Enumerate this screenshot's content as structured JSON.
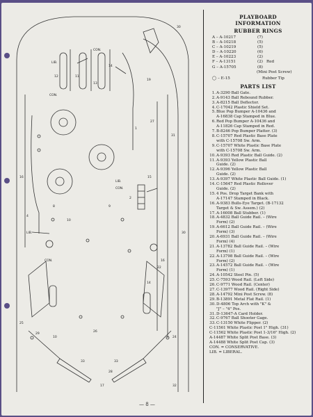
{
  "page_number": "— 8 —",
  "panel": {
    "title_line1": "PLAYBOARD",
    "title_line2": "INFORMATION",
    "rings_heading": "RUBBER RINGS",
    "rings": [
      {
        "label": "A – A-10217",
        "qty": "(7)",
        "color": ""
      },
      {
        "label": "B – A-10218",
        "qty": "(5)",
        "color": ""
      },
      {
        "label": "C – A-10219",
        "qty": "(5)",
        "color": ""
      },
      {
        "label": "D – A-10220",
        "qty": "(6)",
        "color": ""
      },
      {
        "label": "E – A-10223",
        "qty": "(2)",
        "color": ""
      },
      {
        "label": "F – A-13151",
        "qty": "(2)",
        "color": "Red"
      },
      {
        "label": "G – A-15705",
        "qty": "(8)",
        "color": ""
      }
    ],
    "mini_post": "(Mini Post Screw)",
    "tip_label": "◯ – E-15",
    "tip_desc": "Rubber Tip",
    "parts_heading": "PARTS LIST",
    "parts": [
      {
        "n": "1.",
        "t": "A-3290 Ball Gate."
      },
      {
        "n": "2.",
        "t": "A-9143 Ball Rebound Rubber."
      },
      {
        "n": "3.",
        "t": "A-8215 Ball Deflector."
      },
      {
        "n": "4.",
        "t": "C-17042 Plastic Shield Set."
      },
      {
        "n": "5.",
        "t": "Blue Pop Bumper A-10436 and"
      },
      {
        "n": "",
        "t": "A-16838 Cap Stamped in Blue."
      },
      {
        "n": "6.",
        "t": "Red Pop Bumper A-10436 and"
      },
      {
        "n": "",
        "t": "A-11826 Cap Stamped in Red."
      },
      {
        "n": "7.",
        "t": "B-8246 Pop Bumper Platter. (3)"
      },
      {
        "n": "8.",
        "t": "C-15707 Red Plastic Base Plate"
      },
      {
        "n": "",
        "t": "with C-15708 Sw. Arm."
      },
      {
        "n": "9.",
        "t": "C-15707 White Plastic Base Plate"
      },
      {
        "n": "",
        "t": "with C-15708 Sw. Arm."
      },
      {
        "n": "10.",
        "t": "A-9393 Red Plastic Ball Guide. (2)"
      },
      {
        "n": "11.",
        "t": "A-9393 Yellow Plastic Ball"
      },
      {
        "n": "",
        "t": "Guide. (2)"
      },
      {
        "n": "12.",
        "t": "A-9396 Yellow Plastic Ball"
      },
      {
        "n": "",
        "t": "Guide. (2)"
      },
      {
        "n": "13.",
        "t": "A-9397 White Plastic Ball Guide. (1)"
      },
      {
        "n": "14.",
        "t": "C-15647 Red Plastic Rollover"
      },
      {
        "n": "",
        "t": "Guide. (2)"
      },
      {
        "n": "15.",
        "t": "4 Pos. Drop Target Bank with"
      },
      {
        "n": "",
        "t": "A-17147 Stamped in Black."
      },
      {
        "n": "16.",
        "t": "A-9383 Bulls-Eye Target. (B-17132"
      },
      {
        "n": "",
        "t": "Target & Sw. Assem.) (2)"
      },
      {
        "n": "17.",
        "t": "A-16008 Ball Stubber. (1)"
      },
      {
        "n": "18.",
        "t": "A-4832 Ball Guide Rail. – (Wire"
      },
      {
        "n": "",
        "t": "Form) (2)"
      },
      {
        "n": "19.",
        "t": "A-6612 Ball Guide Rail. – (Wire"
      },
      {
        "n": "",
        "t": "Form) (3)"
      },
      {
        "n": "20.",
        "t": "A-6931 Ball Guide Rail. – (Wire"
      },
      {
        "n": "",
        "t": "Form) (4)"
      },
      {
        "n": "21.",
        "t": "A-13782 Ball Guide Rail. – (Wire"
      },
      {
        "n": "",
        "t": "Form) (1)"
      },
      {
        "n": "22.",
        "t": "A-13798 Ball Guide Rail. – (Wire"
      },
      {
        "n": "",
        "t": "Form) (2)"
      },
      {
        "n": "23.",
        "t": "A-14572 Ball Guide Rail. – (Wire"
      },
      {
        "n": "",
        "t": "Form) (1)"
      },
      {
        "n": "24.",
        "t": "A-10542 Steel Pin. (5)"
      },
      {
        "n": "25.",
        "t": "C-7593 Wood Rail. (Left Side)"
      },
      {
        "n": "26.",
        "t": "C-9771 Wood Rail. (Center)"
      },
      {
        "n": "27.",
        "t": "C-13977 Wood Rail. (Right Side)"
      },
      {
        "n": "28.",
        "t": "A-14792 Mini Post Screw. (8)"
      },
      {
        "n": "29.",
        "t": "B-13891 Metal Flat Rail. (1)"
      },
      {
        "n": "30.",
        "t": "D-4806 Top Arch with \"K\" &"
      },
      {
        "n": "",
        "t": "\"J\" – \"4\" Pos."
      },
      {
        "n": "31.",
        "t": "D-13647-A Card Holder."
      },
      {
        "n": "32.",
        "t": "C-9767 Ball Shooter Gage."
      },
      {
        "n": "33.",
        "t": "C-13150 White Flipper. (2)"
      }
    ],
    "extras": [
      "C-11561 White Plastic Post 1\" High. (31)",
      "C-11562 White Plastic Post 1-3/16\" High. (2)",
      "A-14487 White Split Post Base. (3)",
      "A-14488 White Split Post Cap. (3)",
      "CON. = CONSERVATIVE.",
      "LIB. = LIBERAL."
    ]
  },
  "board_labels": {
    "lib_top": "LIB.",
    "con_top": "CON.",
    "con_left": "CON.",
    "lib_mid": "LIB.",
    "con_mid": "CON.",
    "lib_low": "LIB.",
    "con_low": "CON."
  },
  "board_numbers": {
    "n30_top": "30",
    "n30_side": "30",
    "n12": "12",
    "n11": "11",
    "n13": "13",
    "n14a": "14",
    "n14b": "14",
    "n19": "19",
    "n31": "31",
    "n1": "1",
    "n15": "15",
    "n27": "27",
    "n16a": "16",
    "n16b": "16",
    "n2": "2",
    "n8": "8",
    "n9": "9",
    "n10a": "10",
    "n10b": "10",
    "n4": "4",
    "n22": "22",
    "n25": "25",
    "n26": "26",
    "n29": "29",
    "n33a": "33",
    "n33b": "33",
    "n17": "17",
    "n28": "28",
    "n32": "32",
    "n24": "24"
  }
}
